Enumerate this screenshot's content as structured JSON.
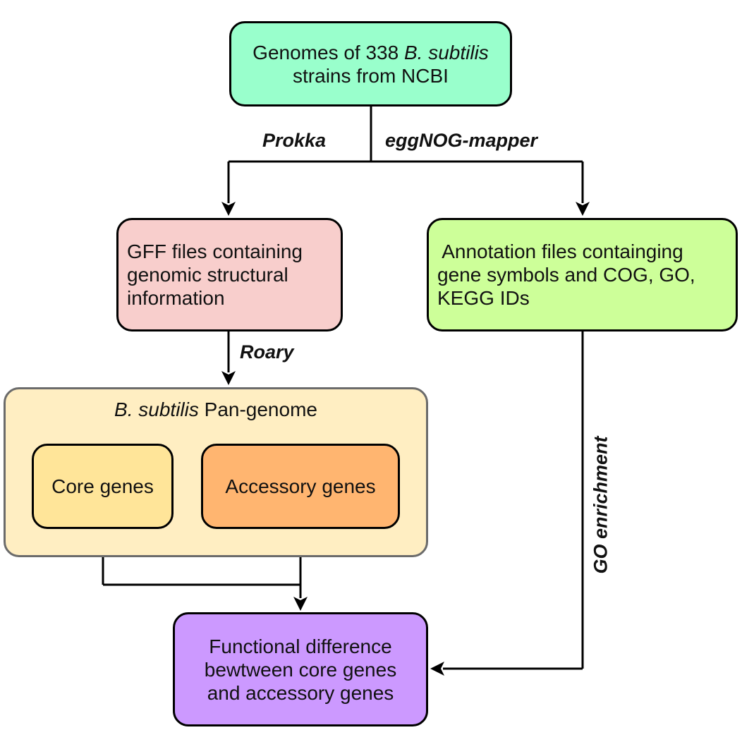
{
  "nodes": {
    "genomes": {
      "line1_prefix": "Genomes of 338 ",
      "line1_italic": "B. subtilis",
      "line2": "strains from NCBI",
      "color": "#99ffcc"
    },
    "gff": {
      "lines": [
        "GFF files containing",
        "genomic structural",
        "information"
      ],
      "color": "#f8cecc"
    },
    "annotation": {
      "lines": [
        " Annotation files containging",
        "gene symbols and COG, GO,",
        "KEGG IDs"
      ],
      "color": "#cdff99"
    },
    "pangenome": {
      "title_italic": "B. subtilis",
      "title_rest": " Pan-genome",
      "color": "#ffeec2",
      "border_color": "#6b6b6b"
    },
    "core": {
      "label": "Core genes",
      "color": "#ffe599"
    },
    "accessory": {
      "label": "Accessory genes",
      "color": "#ffb570"
    },
    "functional": {
      "lines": [
        "Functional difference",
        "bewtween core genes",
        "and accessory genes"
      ],
      "color": "#cc99ff"
    }
  },
  "edge_labels": {
    "prokka": "Prokka",
    "eggnog": "eggNOG-mapper",
    "roary": "Roary",
    "go_enrichment": "GO enrichment"
  }
}
